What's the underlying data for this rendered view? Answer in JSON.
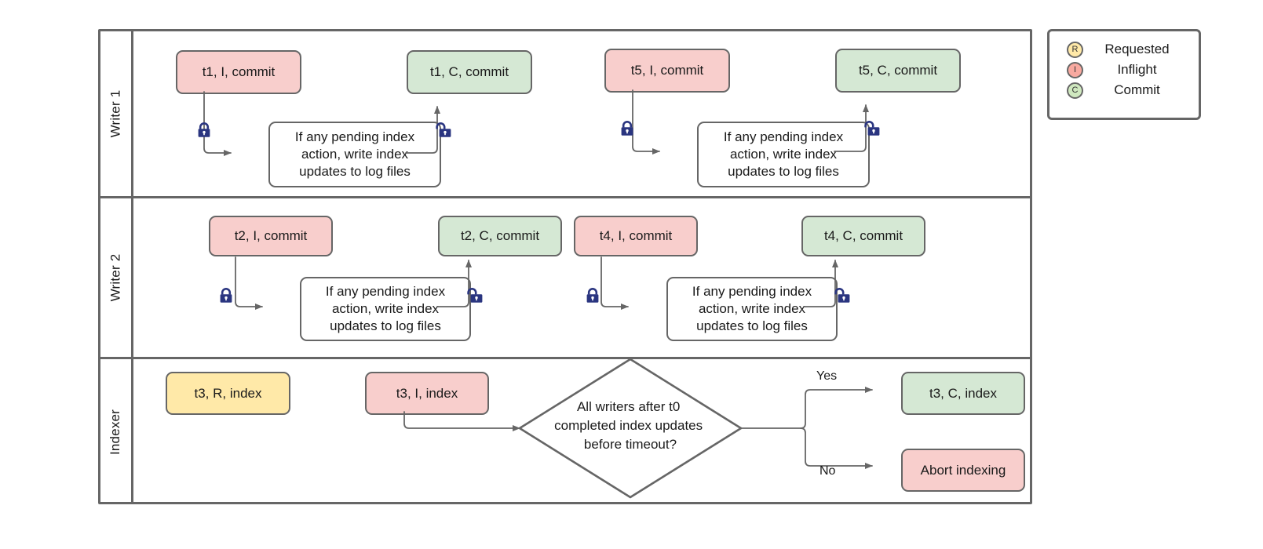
{
  "diagram": {
    "title": "Writer / Indexer commit coordination swimlane",
    "colors": {
      "inflight": "#f8cecc",
      "commit": "#d5e8d4",
      "requested": "#ffe9a8",
      "border": "#666666",
      "lock": "#2a3580",
      "background": "#ffffff"
    },
    "lanes": [
      {
        "id": "writer1",
        "label": "Writer 1",
        "nodes": [
          {
            "id": "w1-t1-i",
            "text": "t1, I, commit",
            "state": "inflight"
          },
          {
            "id": "w1-proc-1",
            "text": "If any pending index\naction, write index\nupdates to log files",
            "state": "plain"
          },
          {
            "id": "w1-t1-c",
            "text": "t1, C, commit",
            "state": "commit"
          },
          {
            "id": "w1-t5-i",
            "text": "t5, I, commit",
            "state": "inflight"
          },
          {
            "id": "w1-proc-2",
            "text": "If any pending index\naction, write index\nupdates to log files",
            "state": "plain"
          },
          {
            "id": "w1-t5-c",
            "text": "t5, C, commit",
            "state": "commit"
          }
        ],
        "locks": [
          {
            "id": "w1-lock-1",
            "kind": "locked"
          },
          {
            "id": "w1-lock-2",
            "kind": "unlocked"
          },
          {
            "id": "w1-lock-3",
            "kind": "locked"
          },
          {
            "id": "w1-lock-4",
            "kind": "unlocked"
          }
        ]
      },
      {
        "id": "writer2",
        "label": "Writer 2",
        "nodes": [
          {
            "id": "w2-t2-i",
            "text": "t2, I, commit",
            "state": "inflight"
          },
          {
            "id": "w2-proc-1",
            "text": "If any pending index\naction, write index\nupdates to log files",
            "state": "plain"
          },
          {
            "id": "w2-t2-c",
            "text": "t2, C, commit",
            "state": "commit"
          },
          {
            "id": "w2-t4-i",
            "text": "t4, I, commit",
            "state": "inflight"
          },
          {
            "id": "w2-proc-2",
            "text": "If any pending index\naction, write index\nupdates to log files",
            "state": "plain"
          },
          {
            "id": "w2-t4-c",
            "text": "t4, C, commit",
            "state": "commit"
          }
        ],
        "locks": [
          {
            "id": "w2-lock-1",
            "kind": "locked"
          },
          {
            "id": "w2-lock-2",
            "kind": "unlocked"
          },
          {
            "id": "w2-lock-3",
            "kind": "locked"
          },
          {
            "id": "w2-lock-4",
            "kind": "unlocked"
          }
        ]
      },
      {
        "id": "indexer",
        "label": "Indexer",
        "nodes": [
          {
            "id": "ix-t3-r",
            "text": "t3, R, index",
            "state": "requested"
          },
          {
            "id": "ix-t3-i",
            "text": "t3, I, index",
            "state": "inflight"
          },
          {
            "id": "ix-t3-c",
            "text": "t3, C, index",
            "state": "commit"
          },
          {
            "id": "ix-abort",
            "text": "Abort indexing",
            "state": "inflight"
          }
        ],
        "decision": {
          "id": "ix-decision",
          "text": "All writers after t0\ncompleted index updates\nbefore timeout?"
        },
        "edge_labels": [
          {
            "id": "yes-label",
            "text": "Yes"
          },
          {
            "id": "no-label",
            "text": "No"
          }
        ]
      }
    ]
  },
  "legend": {
    "items": [
      {
        "letter": "R",
        "label": "Requested"
      },
      {
        "letter": "I",
        "label": "Inflight"
      },
      {
        "letter": "C",
        "label": "Commit"
      }
    ]
  }
}
